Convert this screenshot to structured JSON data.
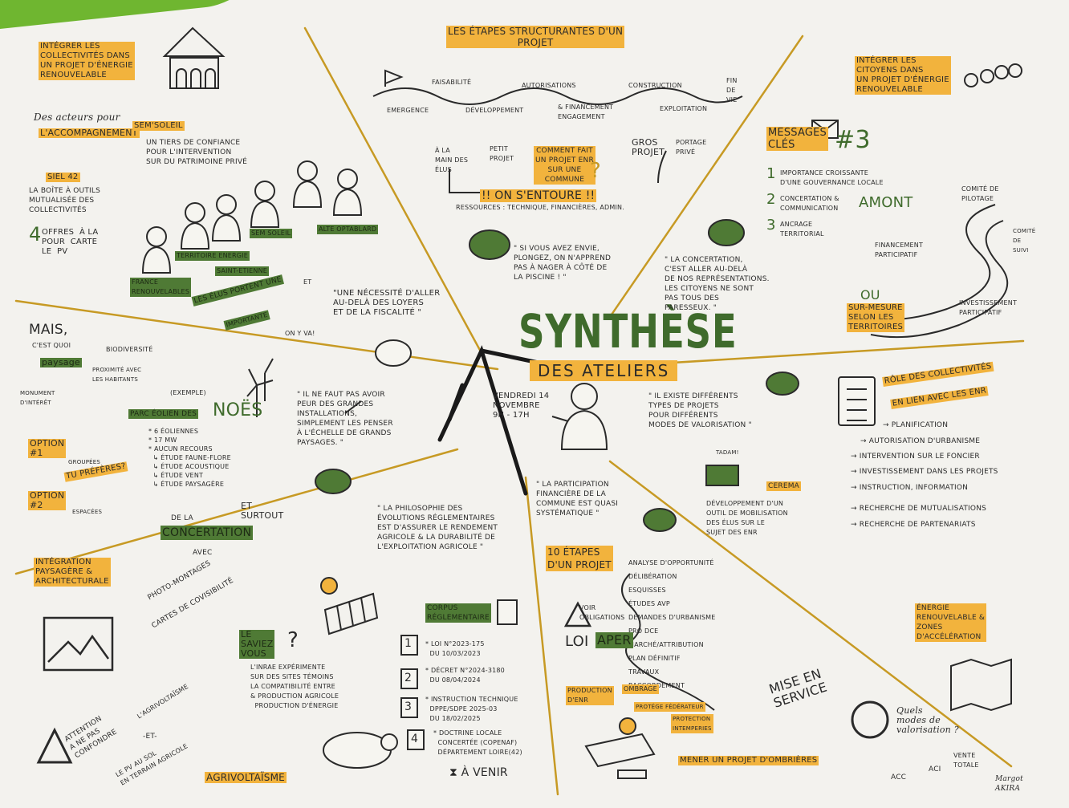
{
  "hero": {
    "title": "SYNTHÈSE",
    "subtitle": "DES ATELIERS",
    "date": "VENDREDI 14\nNOVEMBRE\n9H - 17H"
  },
  "top_left": {
    "title": "INTÉGRER LES\nCOLLECTIVITÉS DANS\nUN PROJET D'ÉNERGIE\nRENOUVELABLE",
    "acteurs": "Des acteurs pour",
    "accomp": "L'ACCOMPAGNEMENT",
    "semsoleil": "SEM'SOLEIL",
    "tiers": "UN TIERS DE CONFIANCE\nPOUR L'INTERVENTION\nSUR DU PATRIMOINE PRIVÉ",
    "siel": "SIEL 42",
    "boite": "LA BOÎTE À OUTILS\nMUTUALISÉE DES\nCOLLECTIVITÉS",
    "offres": "OFFRES  À LA\nPOUR  CARTE\nLE  PV",
    "four": "4",
    "l1": "SEM SOLEIL",
    "l2": "ALTE OPTABLARD",
    "l3": "TERRITOIRE ENERGIE",
    "l4": "SAINT-ETIENNE",
    "l5": "FRANCE\nRENOUVELABLES",
    "l6": "LES ÉLUS PORTENT UNE",
    "l7": "ET",
    "l8": "IMPORTANTE",
    "necessite": "\"UNE NÉCESSITÉ D'ALLER\nAU-DELÀ DES LOYERS\nET DE LA FISCALITÉ \"",
    "on": "ON Y VA!"
  },
  "top_center": {
    "title": "LES ÉTAPES STRUCTURANTES D'UN\nPROJET",
    "steps": [
      "FAISABILITÉ",
      "AUTORISATIONS",
      "CONSTRUCTION",
      "FIN\nDE\nVIE",
      "EMERGENCE",
      "DÉVELOPPEMENT",
      "& FINANCEMENT\nENGAGEMENT",
      "EXPLOITATION"
    ],
    "alamain": "À LA\nMAIN DES\nÉLUS",
    "petit": "PETIT\nPROJET",
    "comment": "COMMENT FAIT\nUN PROJET ENR\nSUR UNE\nCOMMUNE",
    "q": "?",
    "gros": "GROS\nPROJET",
    "portage": "PORTAGE\nPRIVÉ",
    "entoure": "!! ON S'ENTOURE !!",
    "ressources": "RESSOURCES : TECHNIQUE, FINANCIÈRES, ADMIN.",
    "quote": "\" SI VOUS AVEZ ENVIE,\nPLONGEZ, ON N'APPREND\nPAS À NAGER À CÔTÉ DE\nLA PISCINE ! \""
  },
  "top_right": {
    "title": "INTÉGRER LES\nCITOYENS DANS\nUN PROJET D'ÉNERGIE\nRENOUVELABLE",
    "messages": "MESSAGES\nCLÉS",
    "num": "#3",
    "m1": "IMPORTANCE CROISSANTE\nD'UNE GOUVERNANCE LOCALE",
    "m2": "CONCERTATION &\nCOMMUNICATION",
    "amont": "AMONT",
    "m3": "ANCRAGE\nTERRITORIAL",
    "n1": "1",
    "n2": "2",
    "n3": "3",
    "comite": "COMITÉ DE\nPILOTAGE",
    "suivi": "COMITÉ\nDE\nSUIVI",
    "fin": "FINANCEMENT\nPARTICIPATIF",
    "invest": "INVESTISSEMENT\nPARTICIPATIF",
    "ou": "OU",
    "surmesure": "SUR-MESURE\nSELON LES\nTERRITOIRES",
    "quote": "\" LA CONCERTATION,\nC'EST ALLER AU-DELÀ\nDE NOS REPRÉSENTATIONS.\nLES CITOYENS NE SONT\nPAS TOUS DES\nPARESSEUX. \""
  },
  "mid_left": {
    "mais": "MAIS,",
    "cest": "C'EST QUOI",
    "paysage": "paysage",
    "bio": "BIODIVERSITÉ",
    "prox": "PROXIMITÉ AVEC\nLES HABITANTS",
    "monument": "MONUMENT\nD'INTÉRÊT",
    "exemple": "(EXEMPLE)",
    "parc": "PARC ÉOLIEN DES",
    "noes": "NOËS",
    "list": "* 6 ÉOLIENNES\n* 17 MW\n* AUCUN RECOURS\n  ↳ ÉTUDE FAUNE-FLORE\n  ↳ ÉTUDE ACOUSTIQUE\n  ↳ ÉTUDE VENT\n  ↳ ÉTUDE PAYSAGÈRE",
    "opt1": "OPTION\n#1",
    "opt2": "OPTION\n#2",
    "grouped": "GROUPÉES",
    "espaced": "ESPACÉES",
    "tu": "TU PRÉFÈRES?",
    "quote": "\" IL NE FAUT PAS AVOIR\nPEUR DES GRANDES\nINSTALLATIONS,\nSIMPLEMENT LES PENSER\nÀ L'ÉCHELLE DE GRANDS\nPAYSAGES. \"",
    "dela": "DE LA",
    "concert": "CONCERTATION",
    "et": "ET\nSURTOUT",
    "avec": "AVEC"
  },
  "mid_right": {
    "quote": "\" IL EXISTE DIFFÉRENTS\nTYPES DE PROJETS\nPOUR DIFFÉRENTS\nMODES DE VALORISATION \"",
    "role": "RÔLE DES COLLECTIVITÉS",
    "enlien": "EN LIEN AVEC LES ENR",
    "items": [
      "→ PLANIFICATION",
      "→ AUTORISATION D'URBANISME",
      "→ INTERVENTION SUR LE FONCIER",
      "→ INVESTISSEMENT DANS LES PROJETS",
      "→ INSTRUCTION, INFORMATION",
      "→ RECHERCHE DE MUTUALISATIONS",
      "→ RECHERCHE DE PARTENARIATS"
    ],
    "tada": "TADAM!",
    "cerema": "CEREMA",
    "dev": "DÉVELOPPEMENT D'UN\nOUTIL DE MOBILISATION\nDES ÉLUS SUR LE\nSUJET DES ENR"
  },
  "bottom_left": {
    "integration": "INTÉGRATION\nPAYSAGÈRE &\nARCHITECTURALE",
    "photo": "PHOTO-MONTAGES",
    "cartes": "CARTES DE COVISIBILITÉ",
    "attention": "ATTENTION\nA NE PAS\nCONFONDRE",
    "agrivoltaisme": "L'AGRIVOLTAÏSME",
    "et": "-ET-",
    "pv": "LE PV AU SOL\nEN TERRAIN AGRICOLE",
    "agri": "AGRIVOLTAÏSME",
    "saviez": "LE\nSAVIEZ\nVOUS",
    "q": "?",
    "inrae": "L'INRAE EXPÉRIMENTE\nSUR DES SITES TÉMOINS\nLA COMPATIBILITÉ ENTRE\n& PRODUCTION AGRICOLE\n  PRODUCTION D'ÉNERGIE"
  },
  "bottom_center": {
    "quote": "\" LA PHILOSOPHIE DES\nÉVOLUTIONS RÉGLEMENTAIRES\nEST D'ASSURER LE RENDEMENT\nAGRICOLE & LA DURABILITÉ DE\nL'EXPLOITATION AGRICOLE \"",
    "corpus": "CORPUS\nRÉGLEMENTAIRE",
    "items": [
      "* LOI N°2023-175\n  du 10/03/2023",
      "* DÉCRET N°2024-3180\n  du 08/04/2024",
      "* INSTRUCTION TECHNIQUE\n  DPPE/SDPE 2025-03\n  du 18/02/2025",
      "* DOCTRINE LOCALE\n  CONCERTÉE (COPENAF)\n  DÉPARTEMENT LOIRE(42)"
    ],
    "nums": [
      "1",
      "2",
      "3",
      "4"
    ],
    "avenir": "⧗ À VENIR",
    "participation": "\" LA PARTICIPATION\nFINANCIÈRE DE LA\nCOMMUNE EST QUASI\nSYSTÉMATIQUE \""
  },
  "bottom_right": {
    "etapes": "10 ÉTAPES\nD'UN PROJET",
    "steps": "ANALYSE D'OPPORTUNITÉ\nDÉLIBÉRATION\nESQUISSES\nÉTUDES AVP\nDEMANDES D'URBANISME\nPRO DCE\nMARCHÉ/ATTRIBUTION\nPLAN DÉFINITIF\nTRAVAUX\nRACCORDEMENT",
    "voir": "VOIR\nOBLIGATIONS",
    "loi": "LOI",
    "aper": "APER",
    "mise": "MISE EN\nSERVICE",
    "prod": "PRODUCTION\nD'ENR",
    "ombrage": "OMBRAGE",
    "protege": "PROTÉGE FÉDÉRATEUR",
    "protec": "PROTECTION\nINTEMPERIES",
    "mener": "MENER UN PROJET D'OMBRIÈRES",
    "energie": "ÉNERGIE\nRENOUVELABLE &\nZONES\nD'ACCÉLÉRATION",
    "quels": "Quels\nmodes de\nvalorisation ?",
    "acc": "ACC",
    "aci": "ACI",
    "vente": "VENTE\nTOTALE",
    "sig": "Margot\nAKIRA"
  }
}
